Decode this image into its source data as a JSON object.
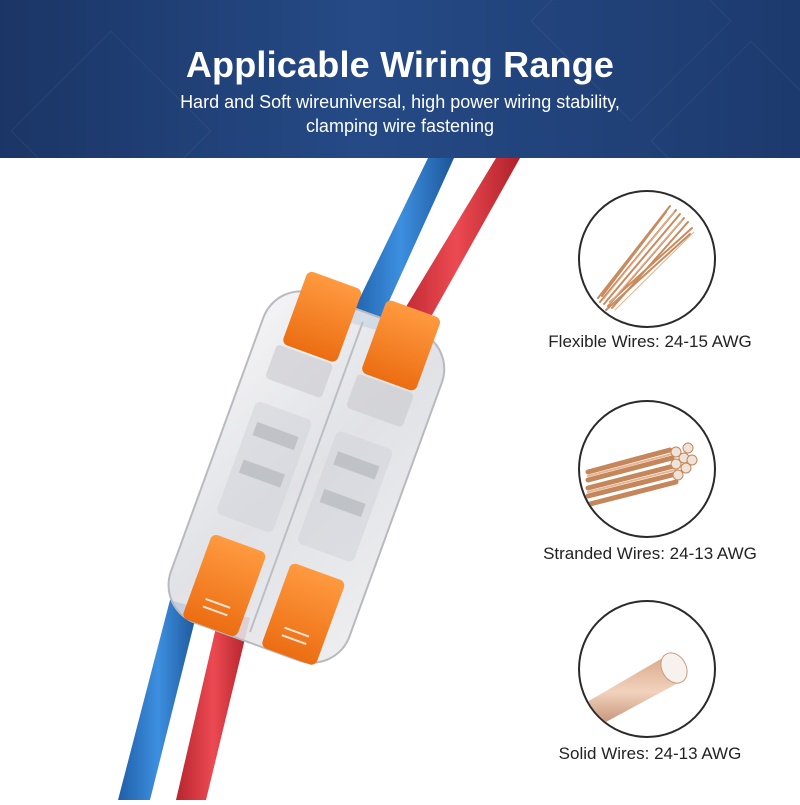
{
  "banner": {
    "title": "Applicable Wiring Range",
    "subtitle_line1": "Hard and Soft wireuniversal, high power wiring stability,",
    "subtitle_line2": "clamping wire fastening"
  },
  "colors": {
    "banner_dark": "#1b3566",
    "banner_mid": "#254a86",
    "wire_blue": "#2b78c8",
    "wire_red": "#d9333d",
    "lever_orange": "#f47a20",
    "copper": "#c98a5e"
  },
  "wires": [
    {
      "label": "Flexible Wires: 24-15 AWG",
      "icon": "flexible-wire-icon"
    },
    {
      "label": "Stranded Wires: 24-13 AWG",
      "icon": "stranded-wire-icon"
    },
    {
      "label": "Solid Wires: 24-13 AWG",
      "icon": "solid-wire-icon"
    }
  ]
}
